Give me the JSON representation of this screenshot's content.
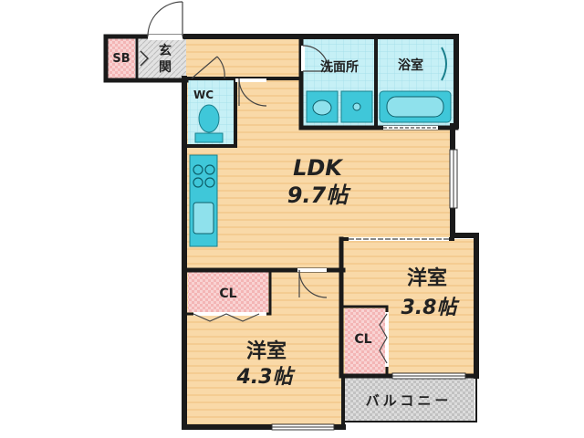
{
  "rooms": {
    "ldk": {
      "name": "LDK",
      "size": "9.7帖"
    },
    "western1": {
      "name": "洋室",
      "size": "3.8帖"
    },
    "western2": {
      "name": "洋室",
      "size": "4.3帖"
    },
    "washroom": {
      "name": "洗面所"
    },
    "bath": {
      "name": "浴室"
    },
    "toilet": {
      "name": "WC"
    },
    "entrance": {
      "name_top": "玄",
      "name_bottom": "関"
    },
    "shoebox": {
      "name": "SB"
    },
    "closet1": {
      "name": "CL"
    },
    "closet2": {
      "name": "CL"
    },
    "balcony": {
      "name": "バルコニー"
    }
  },
  "colors": {
    "wall": "#1a1a1a",
    "floor_wood": "#f9d9a8",
    "floor_wood_stripe": "#f6cf95",
    "fixtures_cyan": "#3fc7d9",
    "tile_blue": "#bfeef5",
    "closet_pink": "#f7c6c6",
    "balcony_gray": "#d6d6d6",
    "entrance_gray": "#cfcfcf"
  }
}
